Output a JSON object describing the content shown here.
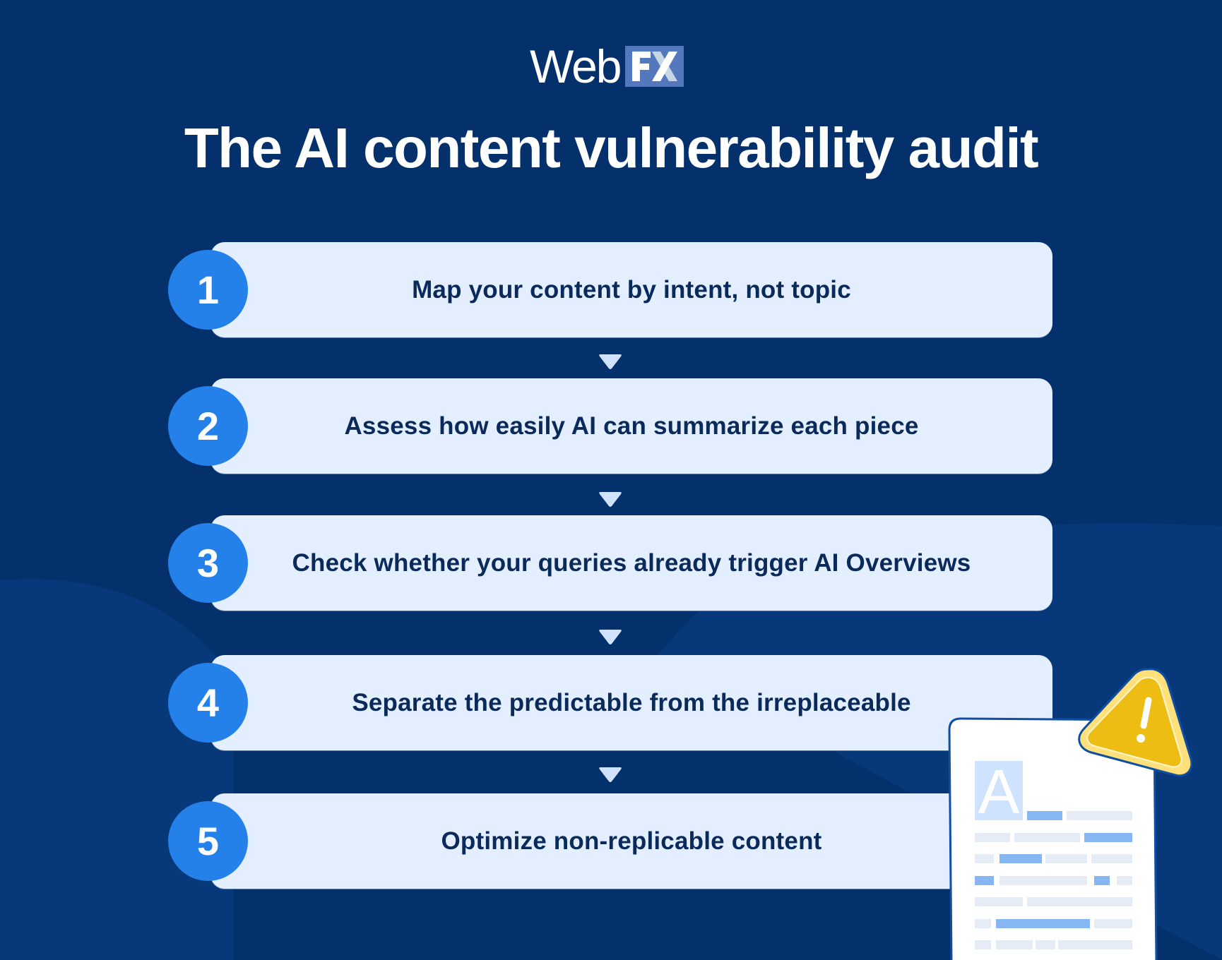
{
  "brand": {
    "logo_word": "Web",
    "logo_mark": "FX",
    "colors": {
      "background": "#04306b",
      "background_wave": "#07397a",
      "card": "#e3efff",
      "number_circle": "#2581ea",
      "step_text": "#0b2a5c",
      "arrow": "#cfe3ff",
      "logo_mark_bg": "#5478bd",
      "warning_fill": "#edbd14",
      "warning_border": "#ffe07a"
    }
  },
  "title": "The AI content vulnerability audit",
  "steps": [
    {
      "number": "1",
      "label": "Map your content by intent, not topic"
    },
    {
      "number": "2",
      "label": "Assess how easily AI can summarize each piece"
    },
    {
      "number": "3",
      "label": "Check whether your queries already trigger AI Overviews"
    },
    {
      "number": "4",
      "label": "Separate the predictable from the irreplaceable"
    },
    {
      "number": "5",
      "label": "Optimize non-replicable content"
    }
  ],
  "illustration": {
    "document_letter": "A",
    "warning_symbol": "!"
  }
}
